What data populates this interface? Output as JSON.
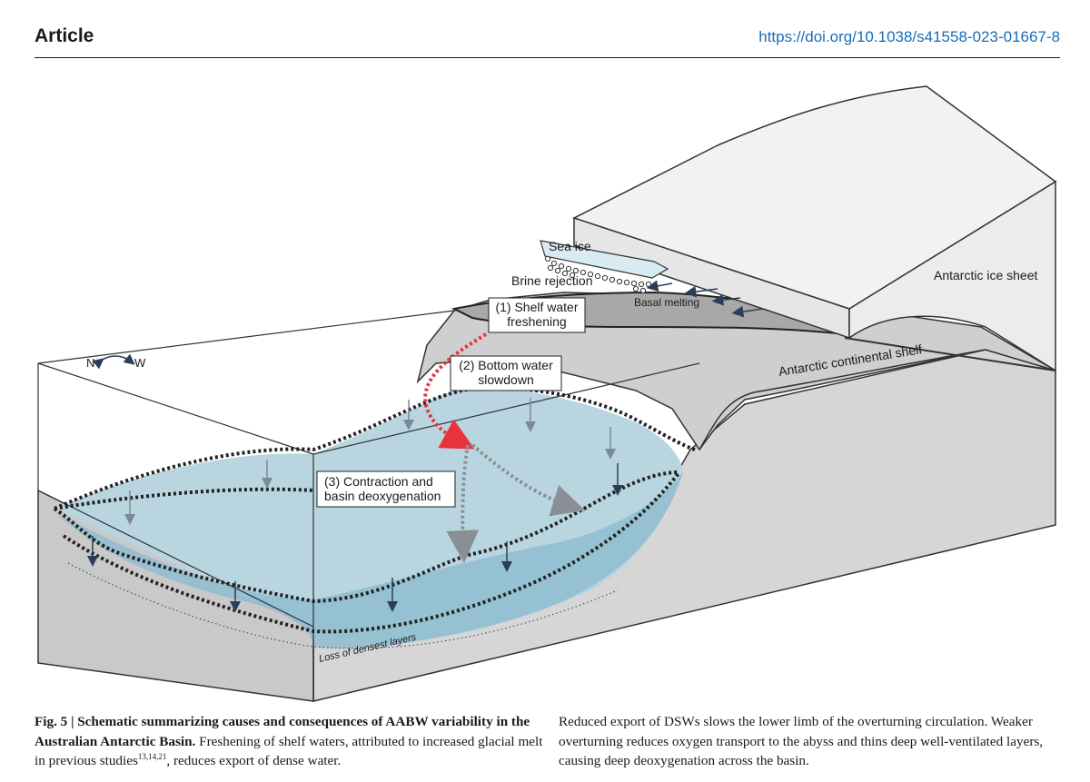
{
  "header": {
    "section": "Article",
    "doi": "https://doi.org/10.1038/s41558-023-01667-8"
  },
  "figure": {
    "labels": {
      "sea_ice": "Sea ice",
      "brine_rejection": "Brine rejection",
      "basal_melting": "Basal melting",
      "ice_sheet": "Antarctic ice sheet",
      "continental_shelf": "Antarctic continental shelf",
      "compass_n": "N",
      "compass_w": "W",
      "densest_layers": "Loss of densest layers"
    },
    "boxes": {
      "shelf_1": "(1) Shelf water",
      "shelf_2": "freshening",
      "bottom_1": "(2) Bottom water",
      "bottom_2": "slowdown",
      "contraction_1": "(3) Contraction and",
      "contraction_2": "basin deoxygenation"
    },
    "colors": {
      "red_arrow": "#e8323c",
      "deep_water": "#8fbdd0",
      "mid_water": "#b9d6e0",
      "terrain": "#d4d4d4"
    }
  },
  "caption": {
    "fig_label": "Fig. 5 | Schematic summarizing causes and consequences of AABW variability in the Australian Antarctic Basin.",
    "left_text_1": " Freshening of shelf waters, attributed to increased glacial melt in previous studies",
    "left_refs": "13,14,21",
    "left_text_2": ", reduces export of dense water.",
    "right_text": "Reduced export of DSWs slows the lower limb of the overturning circulation. Weaker overturning reduces oxygen transport to the abyss and thins deep well-ventilated layers, causing deep deoxygenation across the basin."
  }
}
